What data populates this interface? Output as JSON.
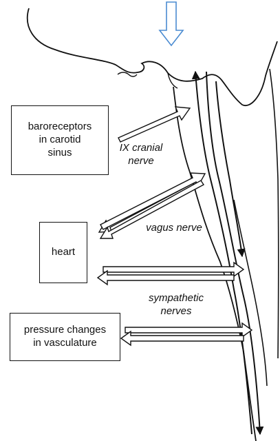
{
  "colors": {
    "ink": "#111111",
    "highlight_arrow": "#4a8bd1",
    "background": "#ffffff"
  },
  "boxes": {
    "baroreceptors": "baroreceptors\nin carotid\nsinus",
    "heart": "heart",
    "pressure": "pressure changes\nin vasculature"
  },
  "labels": {
    "ix_nerve": "IX cranial\nnerve",
    "vagus": "vagus nerve",
    "sympathetic": "sympathetic\nnerves"
  },
  "icons": {
    "top_marker": "down-arrow-outline-icon"
  }
}
